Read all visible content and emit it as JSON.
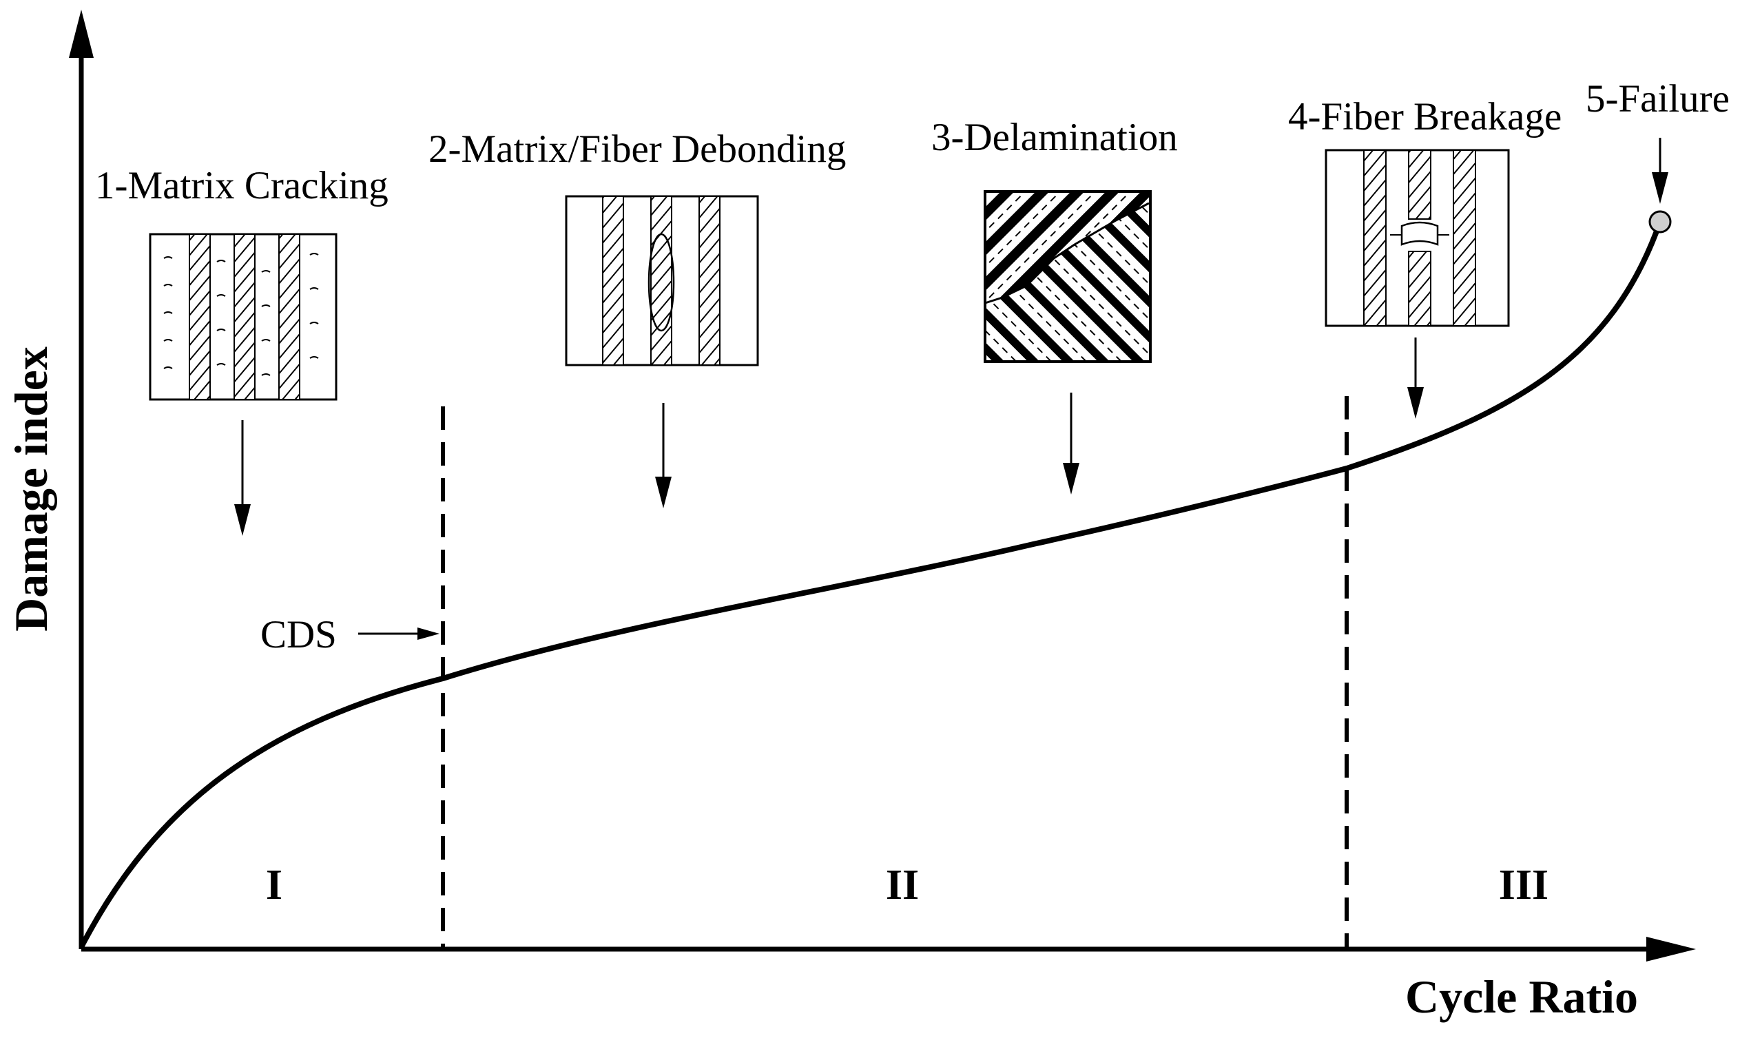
{
  "axes": {
    "y_label": "Damage index",
    "x_label": "Cycle Ratio"
  },
  "stages": [
    {
      "label": "1-Matrix Cracking"
    },
    {
      "label": "2-Matrix/Fiber Debonding"
    },
    {
      "label": "3-Delamination"
    },
    {
      "label": "4-Fiber Breakage"
    },
    {
      "label": "5-Failure"
    }
  ],
  "cds_label": "CDS",
  "regions": [
    "I",
    "II",
    "III"
  ],
  "colors": {
    "line": "#000000",
    "background": "#ffffff",
    "failure_marker": "#cfcfcf"
  }
}
